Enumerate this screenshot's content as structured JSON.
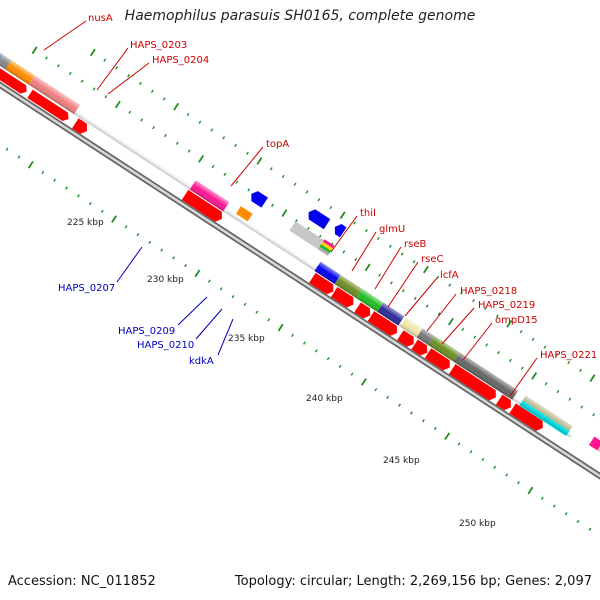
{
  "title": "Haemophilus parasuis SH0165, complete genome",
  "accession": "Accession: NC_011852",
  "summary": "Topology: circular; Length: 2,269,156 bp; Genes: 2,097",
  "colors": {
    "backbone": "#8a8a8a",
    "forward_label": "#cc0000",
    "reverse_label": "#0000bb",
    "cds": "#ff0000",
    "tick": "#228b22"
  },
  "ticks": [
    {
      "label": "225 kbp"
    },
    {
      "label": "230 kbp"
    },
    {
      "label": "235 kbp"
    },
    {
      "label": "240 kbp"
    },
    {
      "label": "245 kbp"
    },
    {
      "label": "250 kbp"
    }
  ],
  "forward_labels": [
    {
      "text": "nusA"
    },
    {
      "text": "HAPS_0203"
    },
    {
      "text": "HAPS_0204"
    },
    {
      "text": "topA"
    },
    {
      "text": "thiI"
    },
    {
      "text": "glmU"
    },
    {
      "text": "rseB"
    },
    {
      "text": "rseC"
    },
    {
      "text": "lcfA"
    },
    {
      "text": "HAPS_0218"
    },
    {
      "text": "HAPS_0219"
    },
    {
      "text": "ompD15"
    },
    {
      "text": "HAPS_0221"
    }
  ],
  "reverse_labels": [
    {
      "text": "HAPS_0207"
    },
    {
      "text": "HAPS_0209"
    },
    {
      "text": "HAPS_0210"
    },
    {
      "text": "kdkA"
    }
  ]
}
